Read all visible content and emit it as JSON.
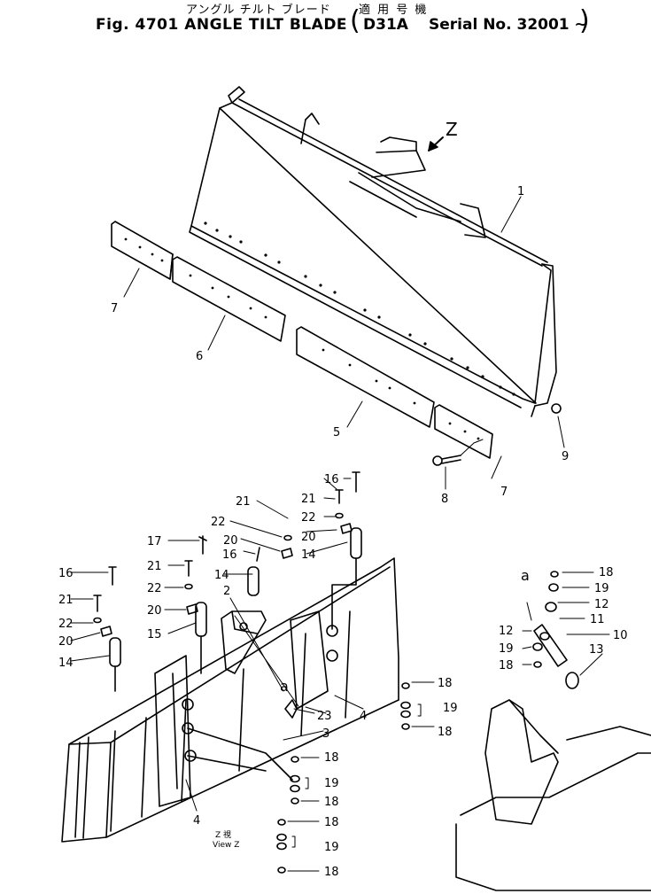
{
  "header": {
    "japanese_title": "アングル チルト ブレード",
    "japanese_applicability": "適 用 号 機",
    "fig_title": "Fig. 4701  ANGLE TILT BLADE",
    "model": "D31A",
    "serial": "Serial No. 32001 ~"
  },
  "view": {
    "z_arrow": "Z",
    "view_label_jp": "Z 視",
    "view_label_en": "View Z",
    "detail_ref_a1": "a",
    "detail_ref_a2": "a"
  },
  "callouts": {
    "c1": "1",
    "c2": "2",
    "c3": "3",
    "c4a": "4",
    "c4b": "4",
    "c5": "5",
    "c6": "6",
    "c7a": "7",
    "c7b": "7",
    "c8": "8",
    "c9": "9",
    "c10": "10",
    "c11": "11",
    "c12a": "12",
    "c12b": "12",
    "c13": "13",
    "c14a": "14",
    "c14b": "14",
    "c14c": "14",
    "c15": "15",
    "c16a": "16",
    "c16b": "16",
    "c16c": "16",
    "c17": "17",
    "c18a": "18",
    "c18b": "18",
    "c18c": "18",
    "c18d": "18",
    "c18e": "18",
    "c18f": "18",
    "c18g": "18",
    "c18h": "18",
    "c19a": "19",
    "c19b": "19",
    "c19c": "19",
    "c19d": "19",
    "c19e": "19",
    "c20a": "20",
    "c20b": "20",
    "c20c": "20",
    "c21a": "21",
    "c21b": "21",
    "c21c": "21",
    "c22a": "22",
    "c22b": "22",
    "c22c": "22",
    "c23": "23"
  }
}
